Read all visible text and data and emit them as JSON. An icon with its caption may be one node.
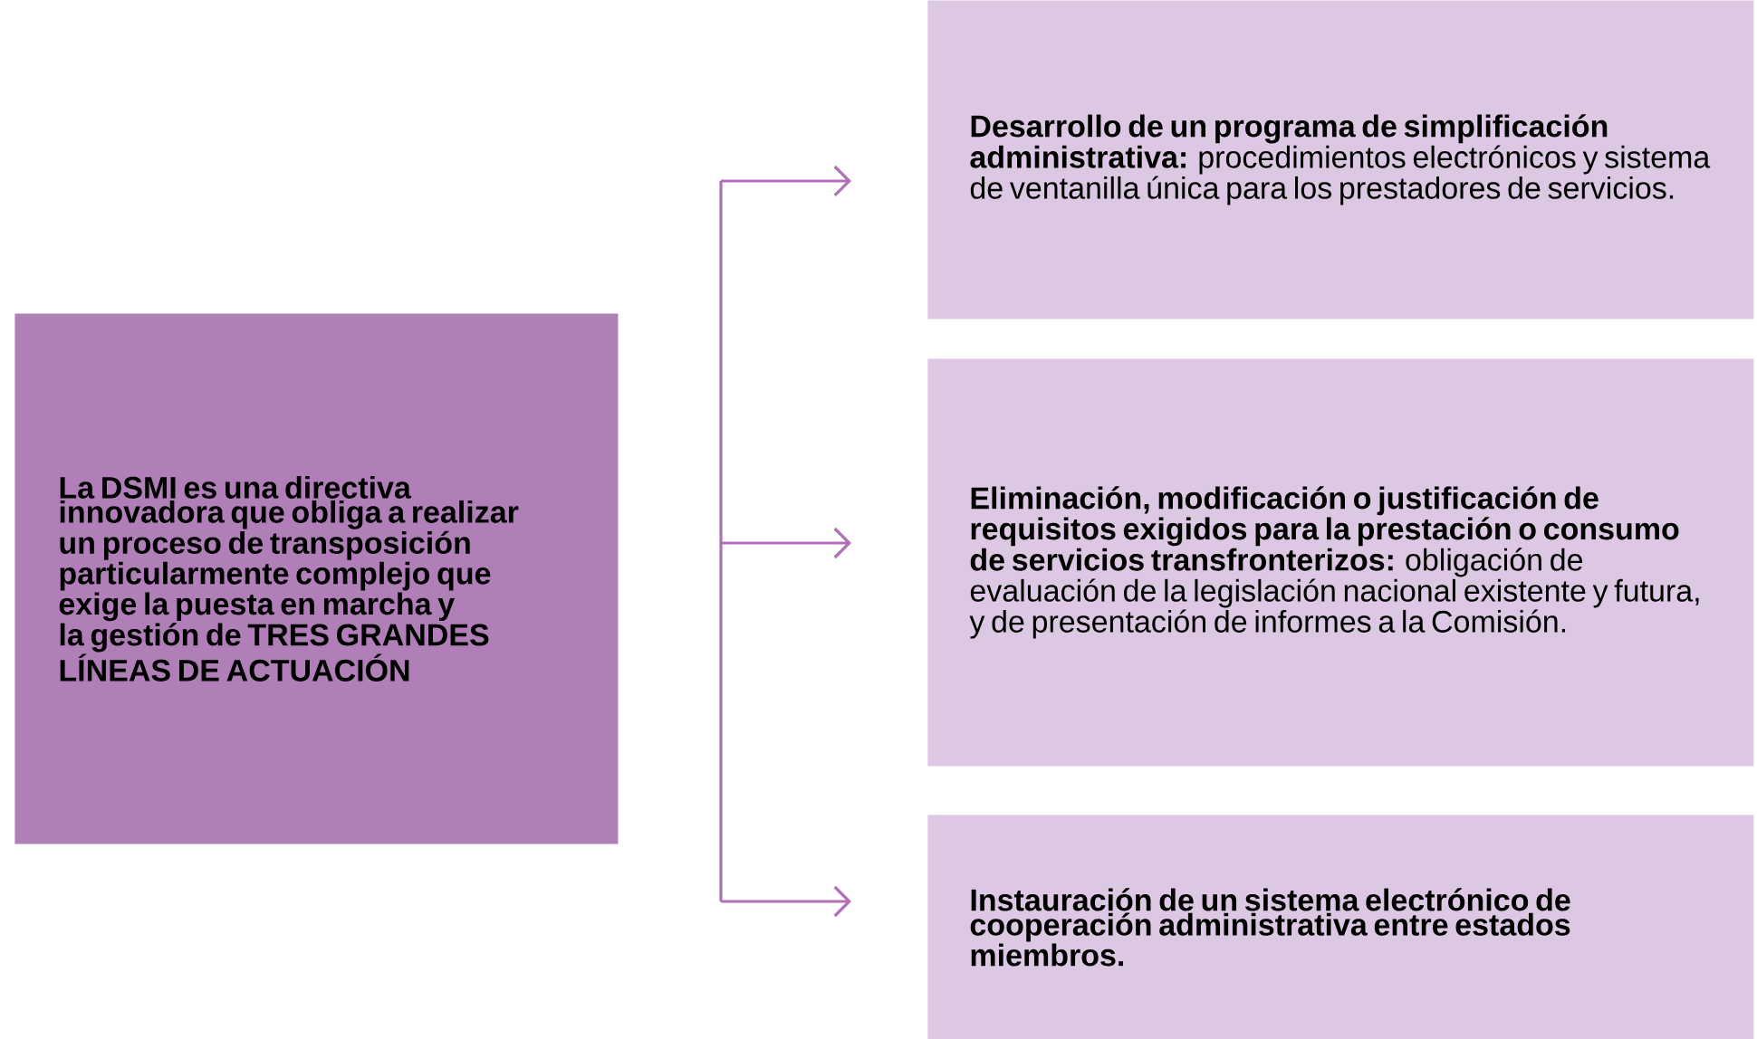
{
  "diagram": {
    "nodes": [
      {
        "text": [
          "La DSMI es una directiva innovadora que obliga a realizar un proceso de transposición particularmente complejo que exige la puesta en marcha y la gestión de TRES GRANDES LÍNEAS DE ACTUACIÓN"
        ]
      },
      {
        "text": [
          "**Desarrollo de un programa de simplificación administrativa:** procedimientos electrónicos y sistema de ventanilla única para los prestadores de servicios."
        ]
      },
      {
        "text": [
          "**Eliminación, modificación o justificación de requisitos exigidos para la prestación o consumo de servicios transfronterizos:** obligación de evaluación de la legislación nacional existente y futura, y de presentación de informes a la Comisión."
        ]
      },
      {
        "text": [
          "Instauración de un sistema electrónico de cooperación administrativa entre estados miembros."
        ]
      }
    ],
    "edges": [
      {
        "from": null,
        "to": 1,
        "arrow": "to"
      },
      {
        "from": null,
        "to": 2,
        "arrow": "to"
      },
      {
        "from": null,
        "to": 3,
        "arrow": "to"
      }
    ]
  }
}
